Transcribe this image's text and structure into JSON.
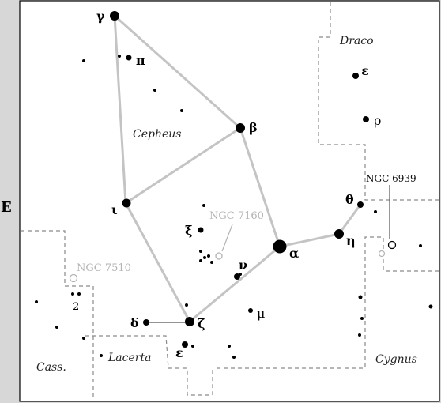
{
  "edge_label": "E",
  "constellations": {
    "cepheus": "Cepheus",
    "draco": "Draco",
    "lacerta": "Lacerta",
    "cygnus": "Cygnus",
    "cassiopeia": "Cass."
  },
  "stars": {
    "gamma": "γ",
    "pi": "π",
    "beta": "β",
    "iota": "ι",
    "xi": "ξ",
    "alpha": "α",
    "eta": "η",
    "theta": "θ",
    "nu": "ν",
    "mu": "μ",
    "delta": "δ",
    "zeta": "ζ",
    "epsilon_cep": "ε",
    "epsilon_dra": "ε",
    "rho": "ρ"
  },
  "objects": {
    "ngc7160": "NGC 7160",
    "ngc6939": "NGC 6939",
    "ngc7510": "NGC 7510",
    "cass2": "2"
  },
  "colors": {
    "background": "#d7d7d7",
    "chart": "#ffffff",
    "figure_line": "#c4c4c4",
    "boundary": "#8a8a8a",
    "faint_label": "#b3b3b3"
  }
}
